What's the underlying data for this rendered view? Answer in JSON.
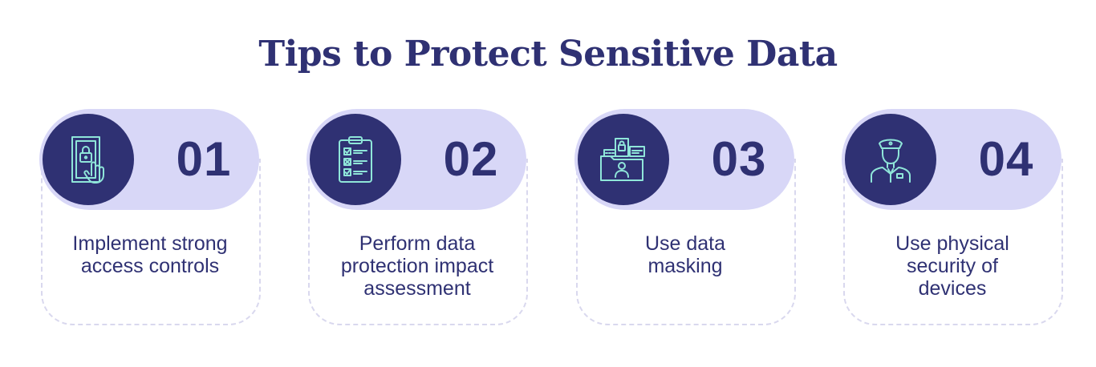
{
  "title": "Tips to Protect Sensitive Data",
  "colors": {
    "primary": "#2f3173",
    "pill": "#d8d7f7",
    "icon_stroke": "#8fe6d9",
    "dashed_outline": "#d9d8ee"
  },
  "steps": [
    {
      "number": "01",
      "label": "Implement strong\naccess controls",
      "icon": "door-lock-hand-icon"
    },
    {
      "number": "02",
      "label": "Perform data\nprotection impact\nassessment",
      "icon": "clipboard-checklist-icon"
    },
    {
      "number": "03",
      "label": "Use data\nmasking",
      "icon": "secure-folder-user-icon"
    },
    {
      "number": "04",
      "label": "Use physical\nsecurity of\ndevices",
      "icon": "security-guard-icon"
    }
  ]
}
